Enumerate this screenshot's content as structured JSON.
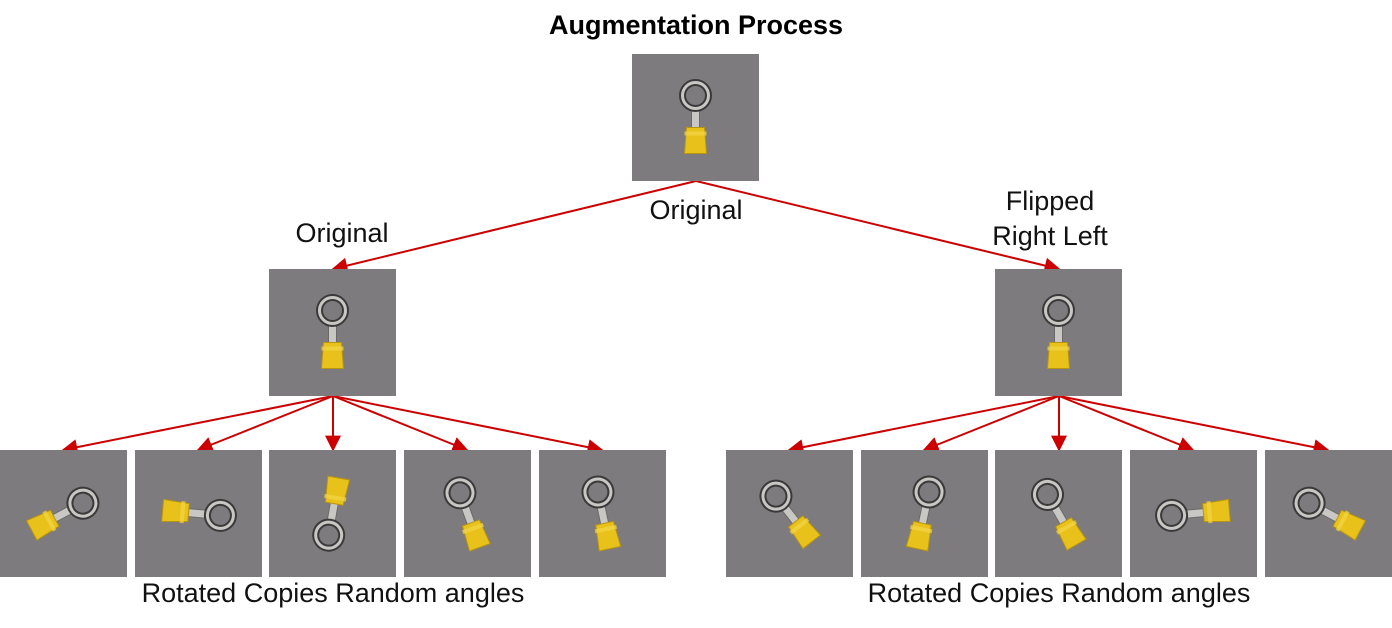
{
  "title": "Augmentation Process",
  "labels": {
    "center_branch": "Original",
    "left_branch": "Original",
    "right_branch_line1": "Flipped",
    "right_branch_line2": "Right Left",
    "bottom_left": "Rotated Copies Random angles",
    "bottom_right": "Rotated Copies Random angles"
  },
  "colors": {
    "arrow": "#cc0000",
    "background_gray": "#7d7b7e",
    "ring_metal": "#c9c7c4",
    "sleeve_yellow": "#e8c21a"
  },
  "images": {
    "source": {
      "rotation_deg": 0,
      "flipped": false
    },
    "original": {
      "rotation_deg": 0,
      "flipped": false
    },
    "flipped": {
      "rotation_deg": 0,
      "flipped": true
    },
    "original_rotations": [
      {
        "rotation_deg": 62
      },
      {
        "rotation_deg": 95
      },
      {
        "rotation_deg": 190
      },
      {
        "rotation_deg": -20
      },
      {
        "rotation_deg": -12
      }
    ],
    "flipped_rotations": [
      {
        "rotation_deg": -38
      },
      {
        "rotation_deg": 12
      },
      {
        "rotation_deg": -30
      },
      {
        "rotation_deg": -95
      },
      {
        "rotation_deg": -62
      }
    ]
  }
}
